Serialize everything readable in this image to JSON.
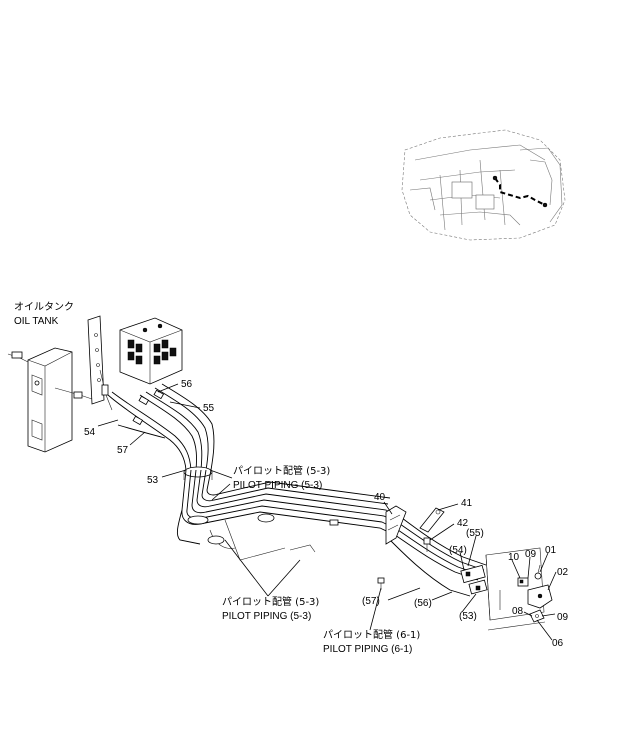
{
  "labels": {
    "oil_tank_jp": "オイルタンク",
    "oil_tank_en": "OIL  TANK",
    "pilot_piping_jp_1": "パイロット配管 (5-3)",
    "pilot_piping_en_1": "PILOT  PIPING (5-3)",
    "pilot_piping_jp_2": "パイロット配管 (5-3)",
    "pilot_piping_en_2": "PILOT  PIPING (5-3)",
    "pilot_piping_jp_3": "パイロット配管 (6-1)",
    "pilot_piping_en_3": "PILOT  PIPING (6-1)"
  },
  "part_numbers": {
    "p56": "56",
    "p55": "55",
    "p54": "54",
    "p57": "57",
    "p53": "53",
    "p40": "40",
    "p41": "41",
    "p42": "42",
    "p55b": "(55)",
    "p54b": "(54)",
    "p10": "10",
    "p09a": "09",
    "p01": "01",
    "p02": "02",
    "p57b": "(57)",
    "p56b": "(56)",
    "p53b": "(53)",
    "p08": "08",
    "p09b": "09",
    "p06": "06"
  }
}
